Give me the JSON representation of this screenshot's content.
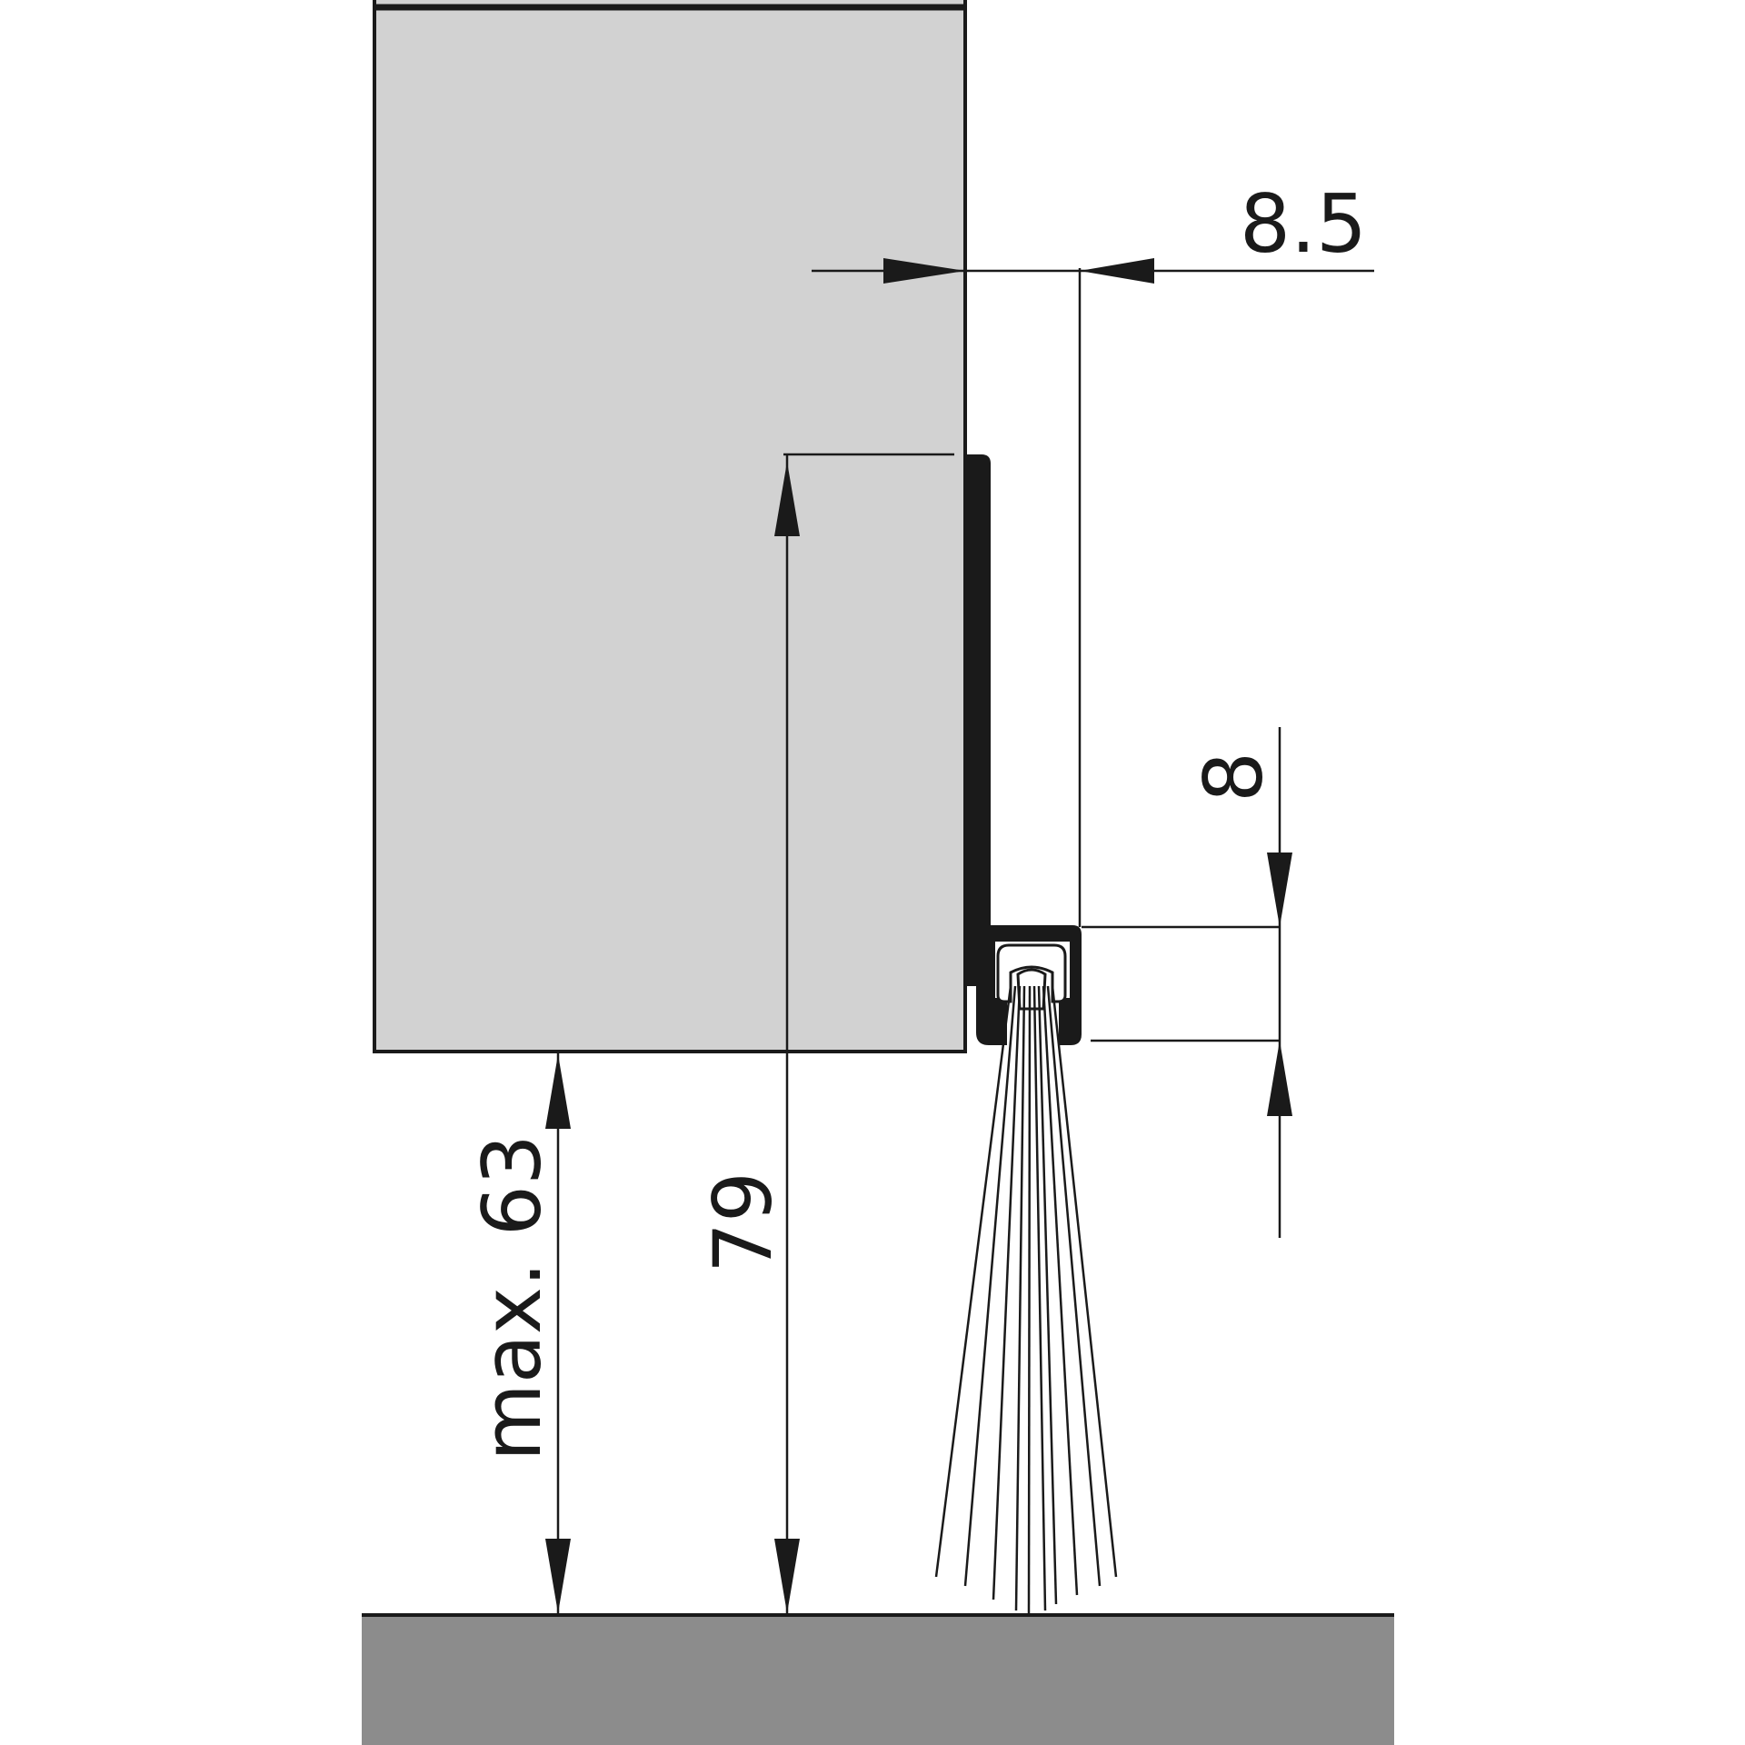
{
  "dimensions": {
    "width_offset": "8.5",
    "brush_holder_height": "8",
    "overall_height": "79",
    "max_gap": "max. 63"
  },
  "colors": {
    "door": "#d2d2d2",
    "floor": "#8c8c8c",
    "profile": "#1a1a1a",
    "line": "#1a1a1a",
    "background": "#ffffff"
  }
}
